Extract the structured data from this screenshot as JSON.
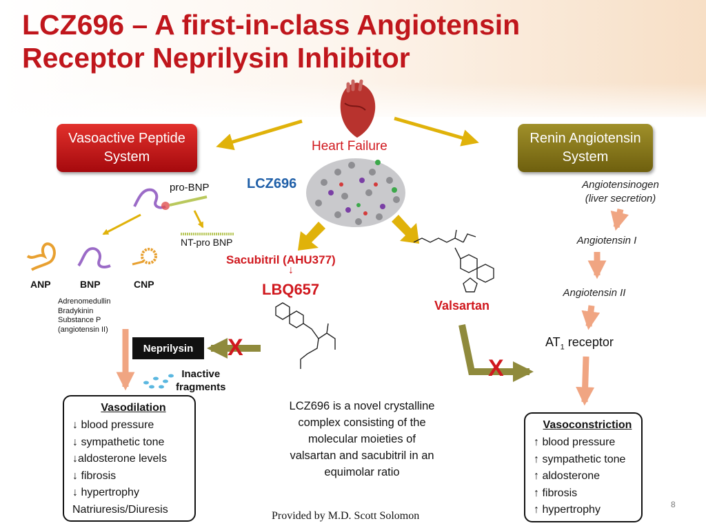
{
  "title": {
    "line1": "LCZ696 – A first-in-class Angiotensin",
    "line2": "Receptor Neprilysin Inhibitor"
  },
  "center": {
    "heart_failure": "Heart Failure",
    "drug": "LCZ696"
  },
  "left_system": {
    "label_line1": "Vasoactive Peptide",
    "label_line2": "System"
  },
  "right_system": {
    "label_line1": "Renin Angiotensin",
    "label_line2": "System"
  },
  "peptides": {
    "pro_bnp": "pro-BNP",
    "nt_pro_bnp": "NT-pro BNP",
    "anp": "ANP",
    "bnp": "BNP",
    "cnp": "CNP"
  },
  "other_substrates": [
    "Adrenomedullin",
    "Bradykinin",
    "Substance P",
    "(angiotensin II)"
  ],
  "sacubitril": "Sacubitril (AHU377)",
  "sacubitril_arrow": "↓",
  "lbq": "LBQ657",
  "valsartan": "Valsartan",
  "neprilysin": "Neprilysin",
  "block_mark": "X",
  "inactive": {
    "line1": "Inactive",
    "line2": "fragments"
  },
  "raas_steps": {
    "angiotensinogen": "Angiotensinogen",
    "liver": "(liver secretion)",
    "ang1": "Angiotensin I",
    "ang2": "Angiotensin II",
    "at1_prefix": "AT",
    "at1_sub": "1",
    "at1_suffix": " receptor"
  },
  "description": [
    "LCZ696 is a novel crystalline",
    "complex consisting of the",
    "molecular moieties of",
    "valsartan and sacubitril in an",
    "equimolar ratio"
  ],
  "vasodilation": {
    "heading": "Vasodilation",
    "items": [
      "↓ blood pressure",
      "↓ sympathetic tone",
      "↓aldosterone levels",
      "↓ fibrosis",
      "↓ hypertrophy",
      "Natriuresis/Diuresis"
    ]
  },
  "vasoconstriction": {
    "heading": "Vasoconstriction",
    "items": [
      "↑ blood pressure",
      "↑ sympathetic tone",
      "↑ aldosterone",
      "↑ fibrosis",
      "↑ hypertrophy"
    ]
  },
  "credit": "Provided by M.D. Scott Solomon",
  "slide_number": "8",
  "colors": {
    "title_red": "#c0161c",
    "arrow_yellow": "#e0b20a",
    "arrow_olive": "#8f8a3c",
    "arrow_salmon": "#f0a582",
    "drug_blue": "#1f5fa8"
  }
}
